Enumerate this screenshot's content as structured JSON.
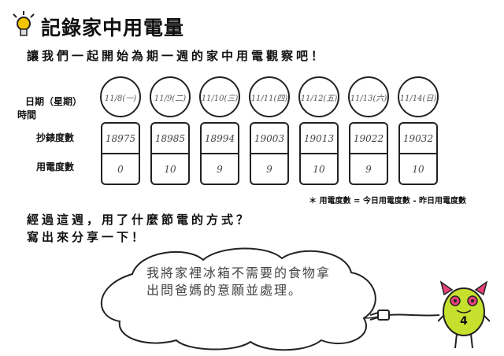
{
  "title": "記錄家中用電量",
  "intro": "讓我們一起開始為期一週的家中用電觀察吧！",
  "labels": {
    "date_line1": "日期（星期）",
    "date_line2": "時間",
    "meter": "抄錶度數",
    "usage": "用電度數"
  },
  "days": [
    {
      "date": "11/8(一)",
      "meter": "18975",
      "usage": "0"
    },
    {
      "date": "11/9(二)",
      "meter": "18985",
      "usage": "10"
    },
    {
      "date": "11/10(三)",
      "meter": "18994",
      "usage": "9"
    },
    {
      "date": "11/11(四)",
      "meter": "19003",
      "usage": "9"
    },
    {
      "date": "11/12(五)",
      "meter": "19013",
      "usage": "10"
    },
    {
      "date": "11/13(六)",
      "meter": "19022",
      "usage": "9"
    },
    {
      "date": "11/14(日)",
      "meter": "19032",
      "usage": "10"
    }
  ],
  "note": "＊ 用電度數 = 今日用電度數 - 昨日用電度數",
  "question_line1": "經過這週，用了什麼節電的方式？",
  "question_line2": "寫出來分享一下！",
  "answer": "我將家裡冰箱不需要的食物拿出問爸媽的意願並處理。",
  "mascot_number": "4"
}
